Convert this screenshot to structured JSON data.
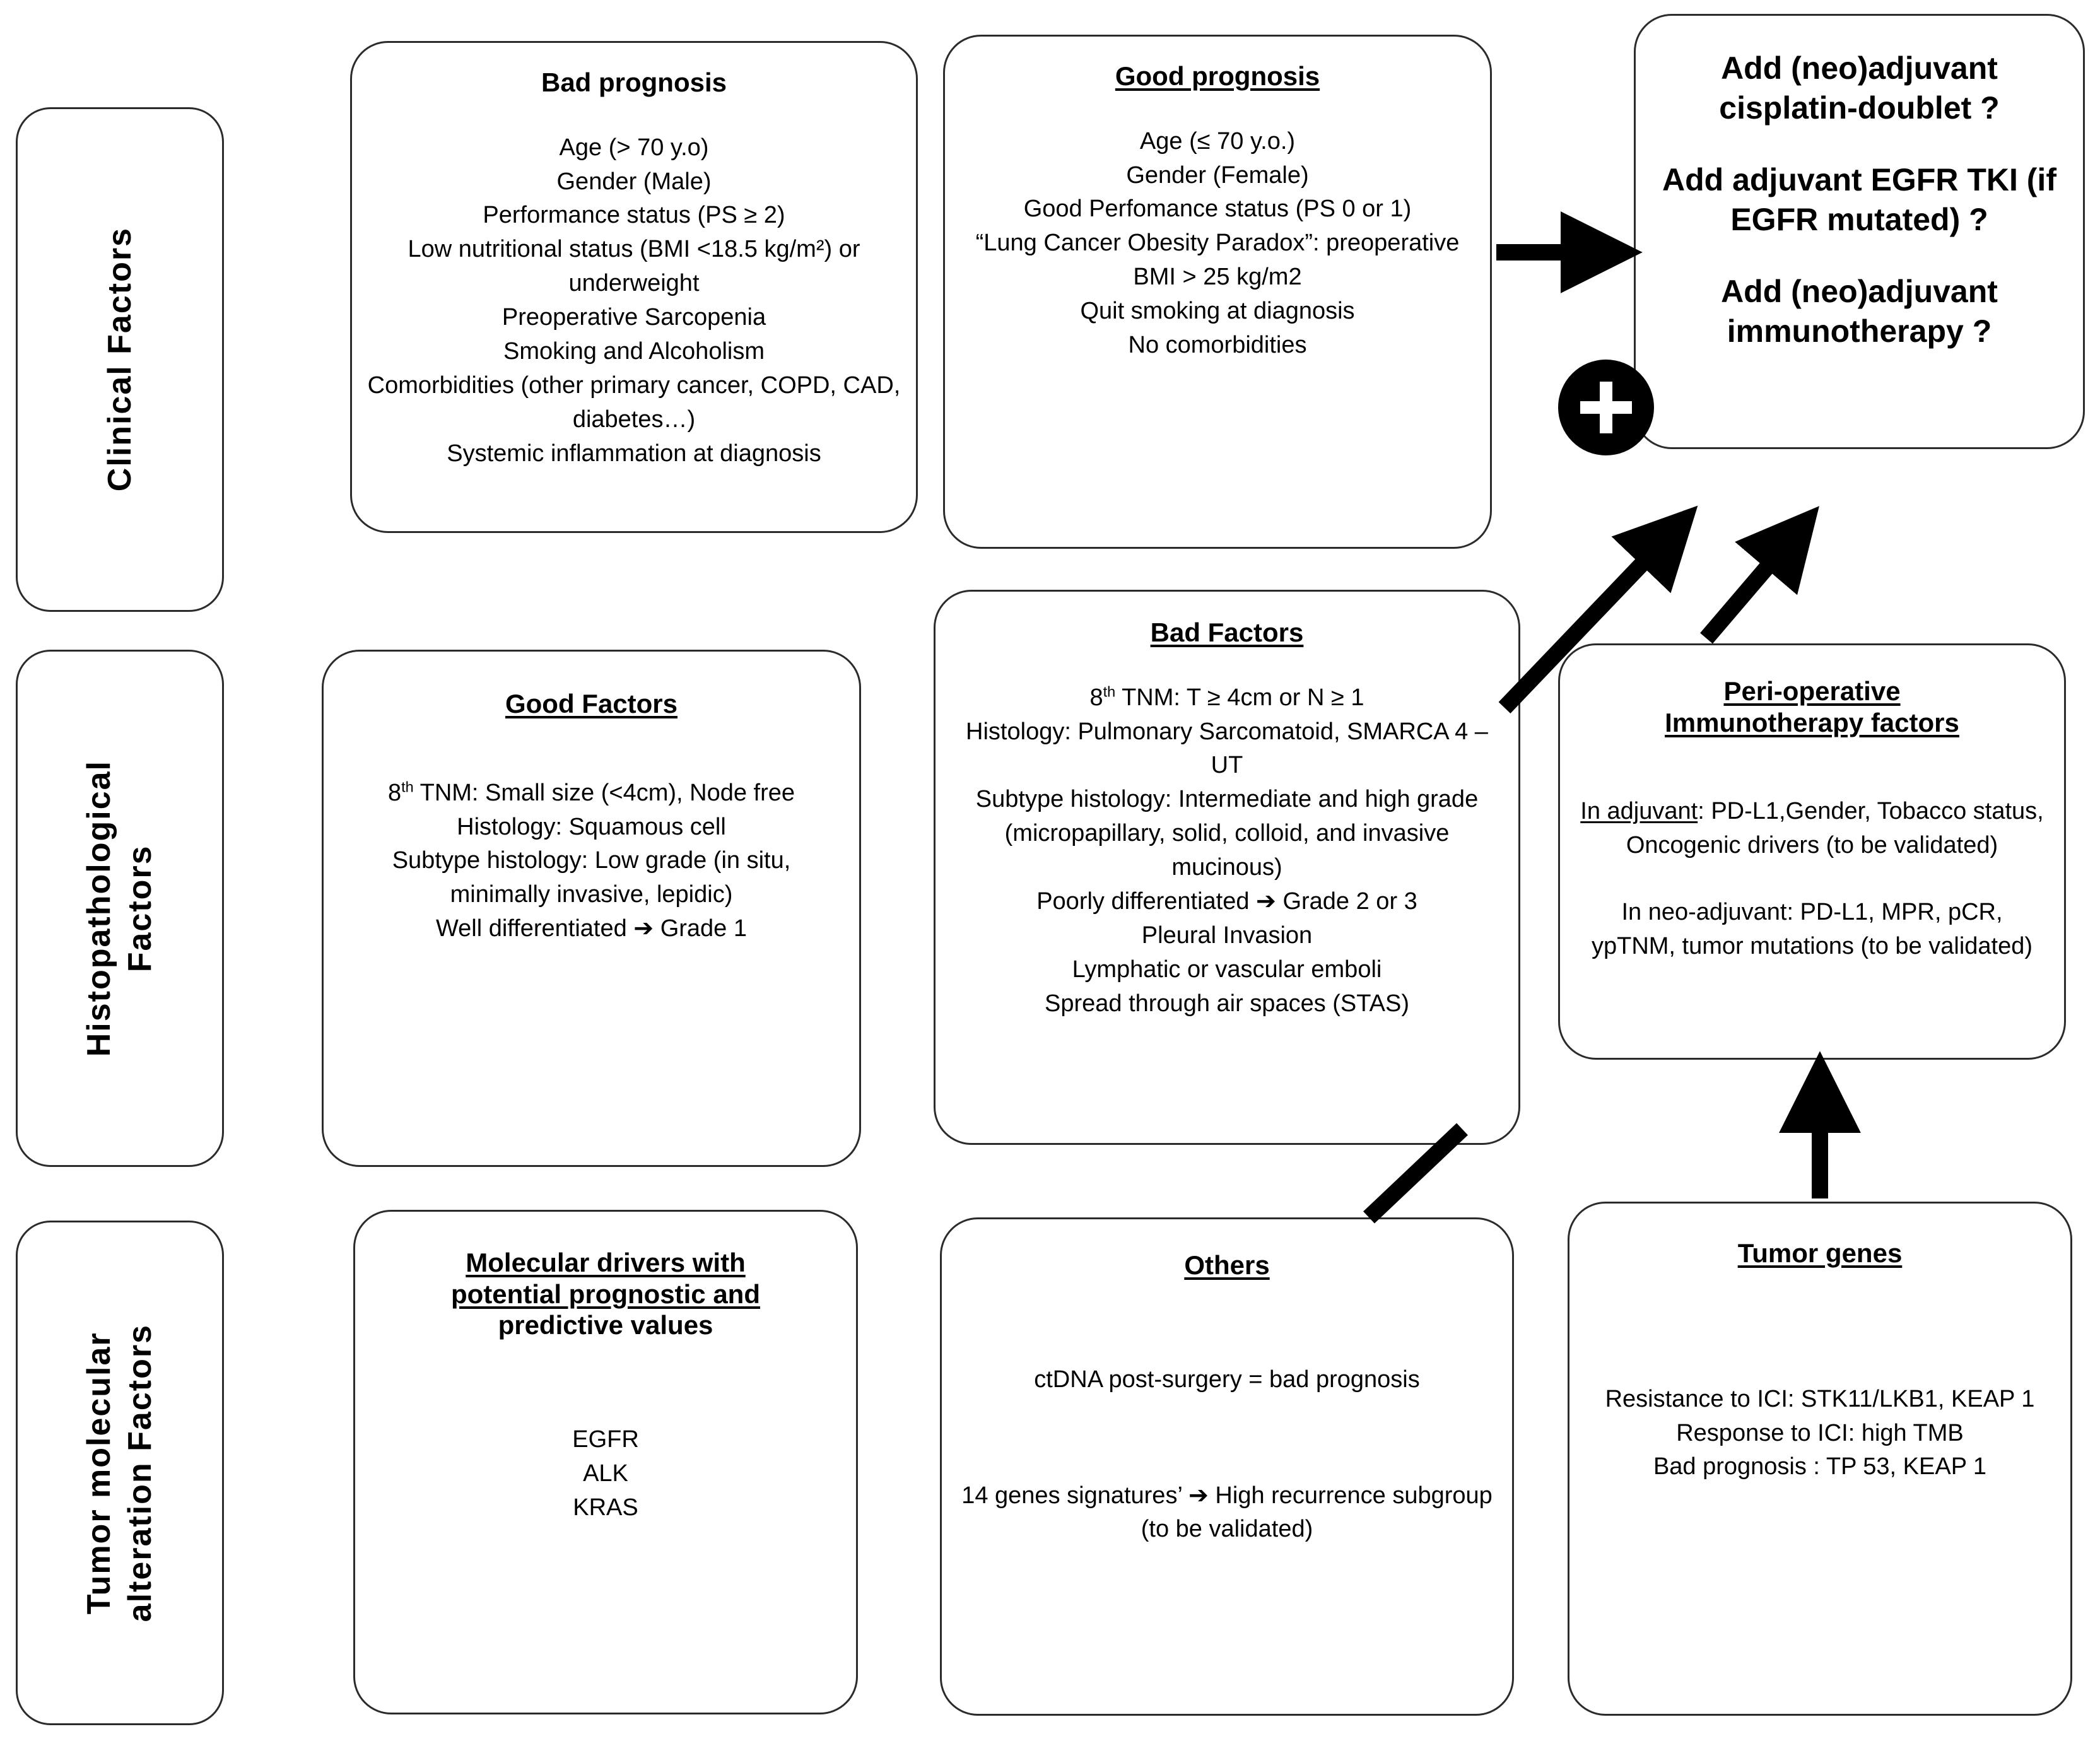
{
  "row_labels": [
    {
      "id": "clinical",
      "text": "Clinical Factors"
    },
    {
      "id": "histopathological",
      "text": "Histopathological\nFactors"
    },
    {
      "id": "molecular",
      "text": "Tumor molecular\nalteration Factors"
    }
  ],
  "boxes": {
    "bad_prognosis": {
      "title": "Bad prognosis",
      "lines": [
        "Age (> 70 y.o)",
        "Gender (Male)",
        "Performance status (PS ≥ 2)",
        "Low nutritional status (BMI <18.5 kg/m²) or underweight",
        "Preoperative Sarcopenia",
        "Smoking and Alcoholism",
        "Comorbidities (other primary cancer, COPD, CAD, diabetes…)",
        "Systemic inflammation at diagnosis"
      ]
    },
    "good_prognosis": {
      "title": "Good prognosis",
      "lines": [
        "Age (≤ 70 y.o.)",
        "Gender (Female)",
        "Good Perfomance status (PS 0 or 1)",
        "“Lung Cancer Obesity Paradox”: preoperative BMI > 25 kg/m2",
        "Quit smoking at diagnosis",
        "No comorbidities"
      ]
    },
    "decision": {
      "questions": [
        "Add (neo)adjuvant cisplatin-doublet ?",
        "Add adjuvant EGFR TKI (if EGFR mutated) ?",
        "Add (neo)adjuvant immunotherapy ?"
      ]
    },
    "good_factors": {
      "title": "Good Factors",
      "lines": [
        "8th TNM: Small size (<4cm), Node free",
        "Histology: Squamous cell",
        "Subtype histology: Low grade (in situ, minimally invasive, lepidic)",
        "Well differentiated ➔ Grade 1"
      ]
    },
    "bad_factors": {
      "title": "Bad Factors",
      "lines": [
        "8th TNM: T ≥ 4cm or N ≥ 1",
        "Histology: Pulmonary Sarcomatoid, SMARCA 4 – UT",
        "Subtype histology: Intermediate and high grade (micropapillary, solid, colloid, and invasive mucinous)",
        "Poorly differentiated ➔ Grade 2 or 3",
        "Pleural Invasion",
        "Lymphatic or vascular emboli",
        "Spread through air spaces (STAS)"
      ]
    },
    "perioperative": {
      "title_line1": "Peri-operative",
      "title_line2": "Immunotherapy factors",
      "adjuvant_label": "In adjuvant",
      "adjuvant_text": ": PD-L1,Gender, Tobacco status, Oncogenic drivers (to be validated)",
      "neoadjuvant_text": "In neo-adjuvant: PD-L1, MPR, pCR, ypTNM, tumor mutations (to be validated)"
    },
    "molecular_drivers": {
      "title_line1": "Molecular drivers with",
      "title_line2": "potential prognostic and",
      "title_line3": "predictive values",
      "genes": [
        "EGFR",
        "ALK",
        "KRAS"
      ]
    },
    "others": {
      "title": "Others",
      "line1": "ctDNA post-surgery = bad prognosis",
      "line2": "14 genes signatures’ ➔ High recurrence subgroup (to be validated)"
    },
    "tumor_genes": {
      "title": "Tumor genes",
      "lines": [
        "Resistance to ICI: STK11/LKB1, KEAP 1",
        "Response to ICI: high TMB",
        "Bad prognosis : TP 53, KEAP 1"
      ]
    }
  },
  "connectors": {
    "plus_symbol": "+"
  },
  "colors": {
    "stroke": "#2b2b2b",
    "arrow": "#000000",
    "background": "#ffffff"
  }
}
